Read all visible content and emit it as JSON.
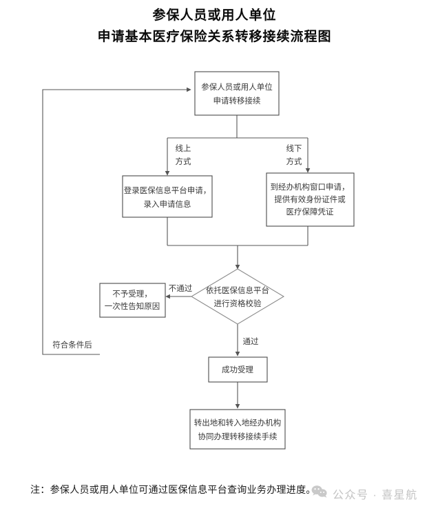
{
  "title": {
    "line1": "参保人员或用人单位",
    "line2": "申请基本医疗保险关系转移接续流程图"
  },
  "flowchart": {
    "type": "flowchart",
    "nodes": [
      {
        "id": "start",
        "shape": "rect",
        "lines": [
          "参保人员或用人单位",
          "申请转移接续"
        ],
        "line1": "参保人员或用人单位",
        "line2": "申请转移接续"
      },
      {
        "id": "online",
        "shape": "rect",
        "lines": [
          "登录医保信息平台申请，",
          "录入申请信息"
        ],
        "line1": "登录医保信息平台申请，",
        "line2": "录入申请信息"
      },
      {
        "id": "offline",
        "shape": "rect",
        "lines": [
          "到经办机构窗口申请，",
          "提供有效身份证件或",
          "医疗保障凭证"
        ],
        "line1": "到经办机构窗口申请，",
        "line2": "提供有效身份证件或",
        "line3": "医疗保障凭证"
      },
      {
        "id": "verify",
        "shape": "diamond",
        "lines": [
          "依托医保信息平台",
          "进行资格校验"
        ],
        "line1": "依托医保信息平台",
        "line2": "进行资格校验"
      },
      {
        "id": "reject",
        "shape": "rect",
        "lines": [
          "不予受理，",
          "一次性告知原因"
        ],
        "line1": "不予受理，",
        "line2": "一次性告知原因"
      },
      {
        "id": "accept",
        "shape": "rect",
        "lines": [
          "成功受理"
        ],
        "line1": "成功受理"
      },
      {
        "id": "handle",
        "shape": "rect",
        "lines": [
          "转出地和转入地经办机构",
          "协同办理转移接续手续"
        ],
        "line1": "转出地和转入地经办机构",
        "line2": "协同办理转移接续手续"
      }
    ],
    "edge_labels": {
      "online_l1": "线上",
      "online_l2": "方式",
      "offline_l1": "线下",
      "offline_l2": "方式",
      "fail": "不通过",
      "pass": "通过",
      "loopback": "符合条件后"
    },
    "colors": {
      "box_stroke": "#4a4a4a",
      "diamond_stroke": "#8a8a8a",
      "connector": "#555555",
      "node_text": "#3a3a3a",
      "background": "#ffffff"
    }
  },
  "footer": {
    "note": "注：参保人员或用人单位可通过医保信息平台查询业务办理进度。"
  },
  "watermark": {
    "icon": "wechat-icon",
    "label": "公众号 · 喜星航",
    "color": "#c3c3c3"
  }
}
